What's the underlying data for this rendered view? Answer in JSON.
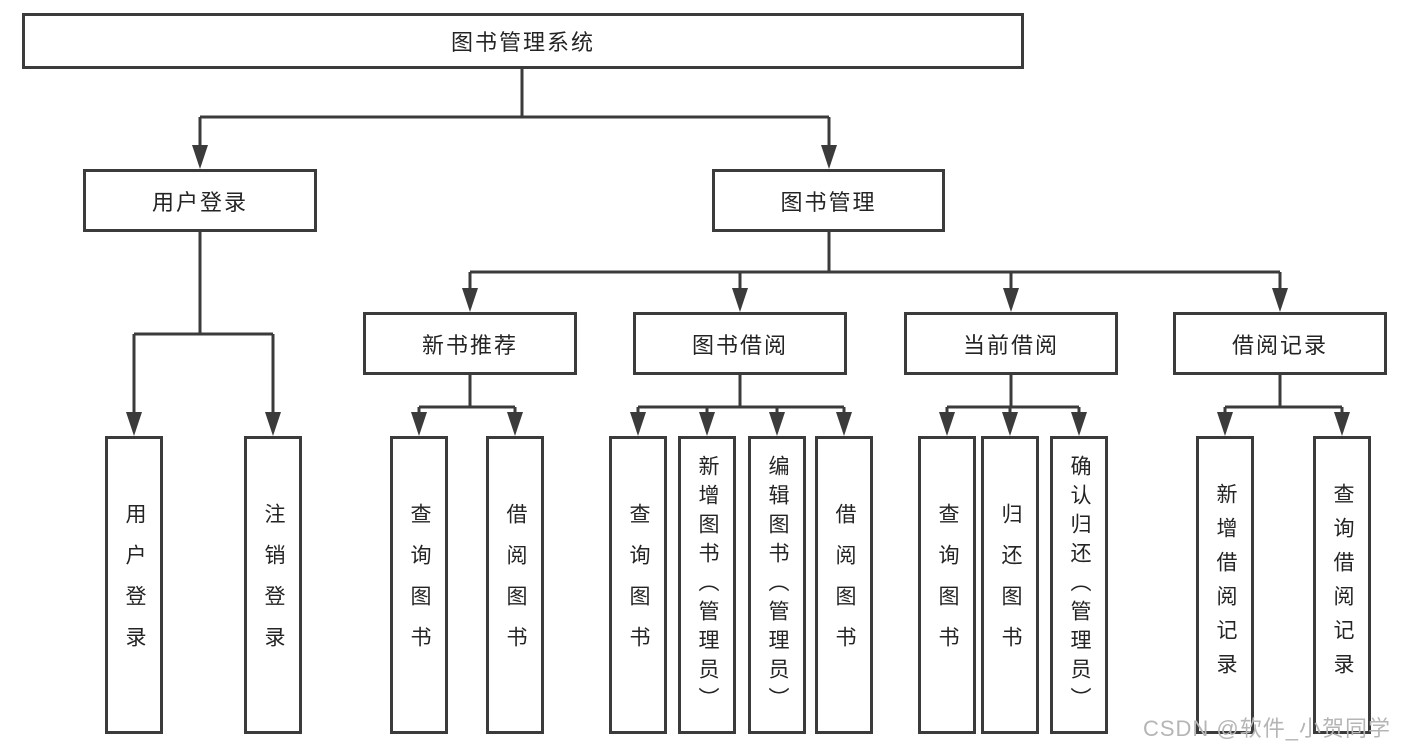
{
  "tree": {
    "label": "图书管理系统",
    "children": [
      {
        "label": "用户登录",
        "children": [
          {
            "label": "用户登录"
          },
          {
            "label": "注销登录"
          }
        ]
      },
      {
        "label": "图书管理",
        "children": [
          {
            "label": "新书推荐",
            "children": [
              {
                "label": "查询图书"
              },
              {
                "label": "借阅图书"
              }
            ]
          },
          {
            "label": "图书借阅",
            "children": [
              {
                "label": "查询图书"
              },
              {
                "label": "新增图书（管理员）"
              },
              {
                "label": "编辑图书（管理员）"
              },
              {
                "label": "借阅图书"
              }
            ]
          },
          {
            "label": "当前借阅",
            "children": [
              {
                "label": "查询图书"
              },
              {
                "label": "归还图书"
              },
              {
                "label": "确认归还（管理员）"
              }
            ]
          },
          {
            "label": "借阅记录",
            "children": [
              {
                "label": "新增借阅记录"
              },
              {
                "label": "查询借阅记录"
              }
            ]
          }
        ]
      }
    ]
  },
  "watermark": {
    "text": "CSDN @软件_小贺同学"
  },
  "colors": {
    "line": "#3b3b3b",
    "box_border": "#3b3b3b",
    "text": "#242424",
    "watermark": "#b5b5b5",
    "background": "#ffffff"
  }
}
